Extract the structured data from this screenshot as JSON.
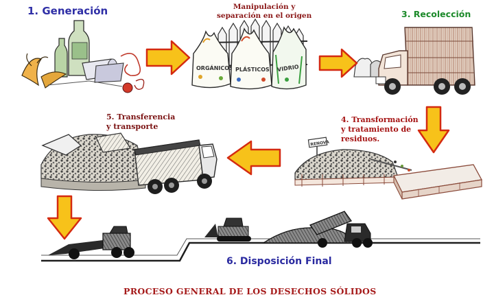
{
  "steps": {
    "generacion": "1. Generación",
    "manipulacion": [
      "Manipulación y",
      "separación en el  origen"
    ],
    "recoleccion": "3. Recolección",
    "transformacion": [
      "4.  Transformación",
      "y tratamiento de",
      "residuos."
    ],
    "transferencia": [
      "5.  Transferencia",
      "y    transporte"
    ],
    "disposicion": "6.  Disposición Final"
  },
  "bags": {
    "organicos": "ORGÁNICOS",
    "plasticos": "PLÁSTICOS",
    "vidrio": "VIDRIO"
  },
  "plant_sign": "RENOVA",
  "title": "PROCESO GENERAL DE LOS DESECHOS SÓLIDOS",
  "colors": {
    "arrow_fill": "#f7c21a",
    "arrow_outline": "#d42a10",
    "step1_blue": "#2e2ea6",
    "step3_green": "#1c8a2a",
    "step_red": "#a51313",
    "title_red": "#a51a1a"
  }
}
